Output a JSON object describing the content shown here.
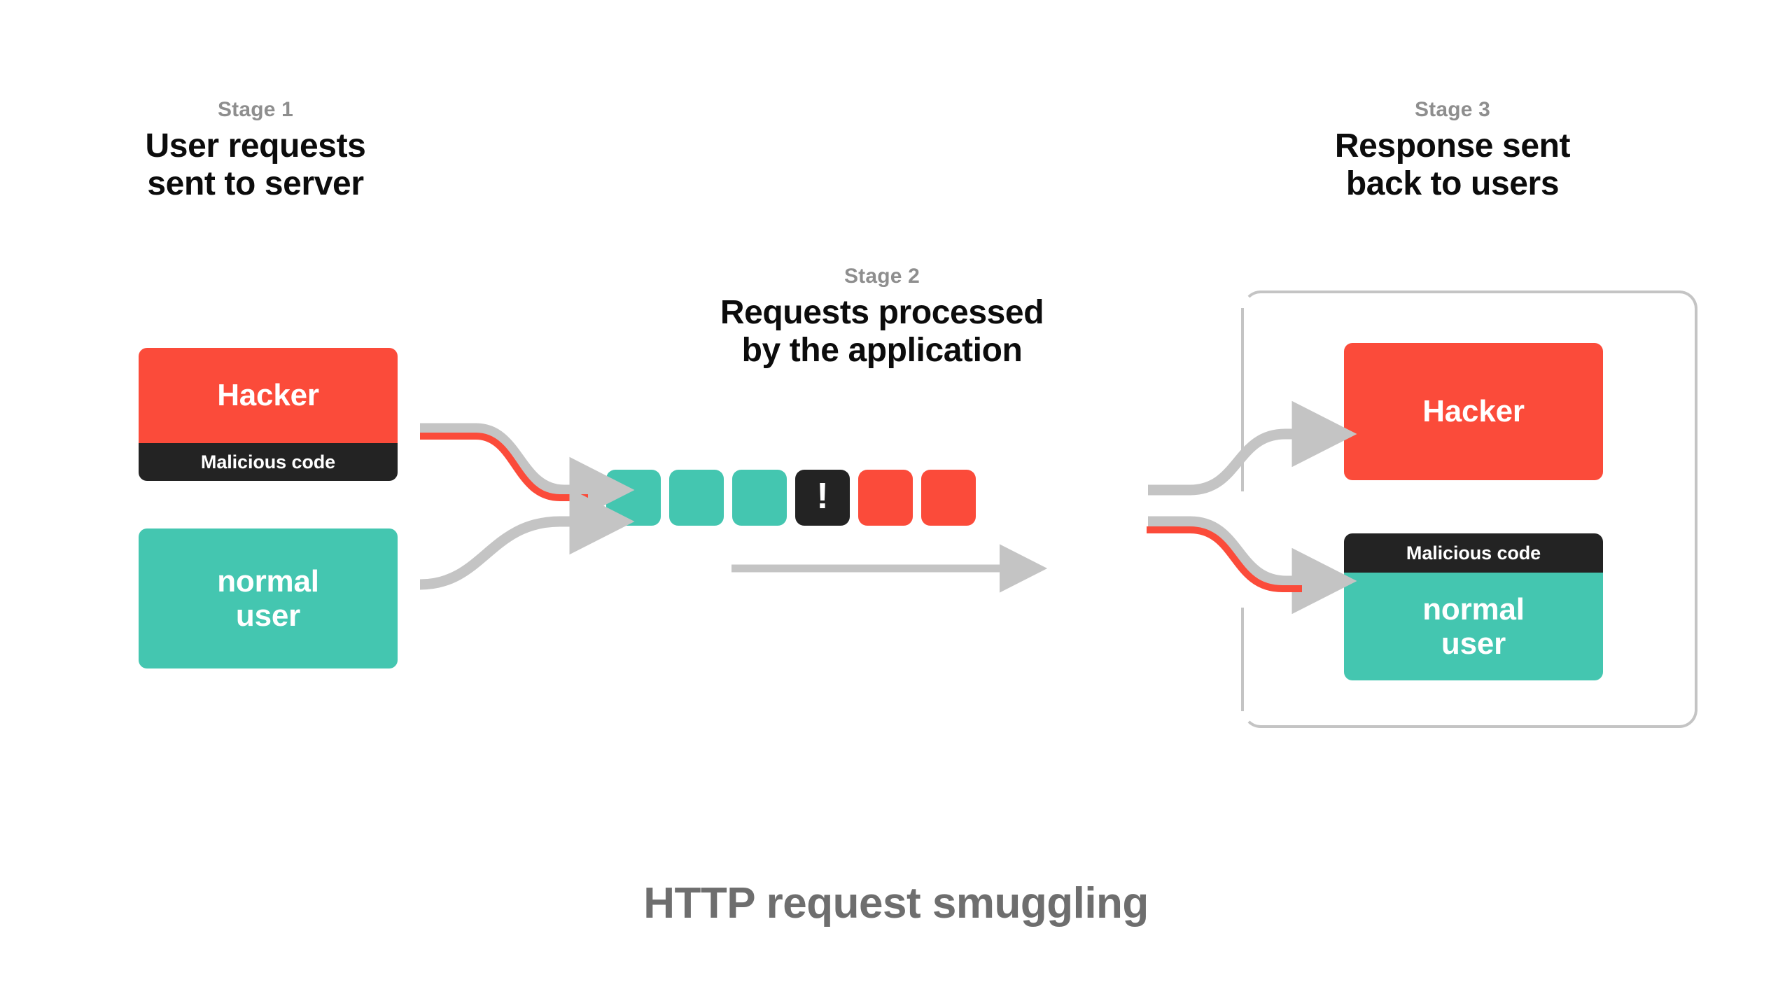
{
  "title": "HTTP request smuggling",
  "colors": {
    "red": "#fb4b3a",
    "teal": "#44c6b0",
    "dark": "#232323",
    "gray_arrow": "#c4c4c4",
    "kicker_gray": "#8e8e8e",
    "footer_gray": "#6e6e6e",
    "background": "#ffffff"
  },
  "stages": [
    {
      "kicker": "Stage 1",
      "title": "User requests\nsent to server"
    },
    {
      "kicker": "Stage 2",
      "title": "Requests processed\nby the application"
    },
    {
      "kicker": "Stage 3",
      "title": "Response sent\nback to users"
    }
  ],
  "stage1": {
    "hacker": {
      "label": "Hacker",
      "strip": "Malicious code",
      "body_color": "red",
      "strip_position": "bottom"
    },
    "normal_user": {
      "label": "normal\nuser",
      "body_color": "teal",
      "strip": null
    }
  },
  "stage2": {
    "queue": [
      {
        "kind": "teal",
        "glyph": ""
      },
      {
        "kind": "teal",
        "glyph": ""
      },
      {
        "kind": "teal",
        "glyph": ""
      },
      {
        "kind": "dark",
        "glyph": "!"
      },
      {
        "kind": "red",
        "glyph": ""
      },
      {
        "kind": "red",
        "glyph": ""
      }
    ],
    "flow_arrow": "processing-direction-arrow"
  },
  "stage3": {
    "hacker": {
      "label": "Hacker",
      "body_color": "red",
      "strip": null
    },
    "normal_user": {
      "label": "normal\nuser",
      "strip": "Malicious code",
      "body_color": "teal",
      "strip_position": "top"
    }
  },
  "connectors": {
    "inbound_hacker": "gray-curve-with-red-payload",
    "inbound_user": "gray-curve",
    "outbound_hacker": "gray-curve",
    "outbound_user": "gray-curve-with-red-payload"
  }
}
